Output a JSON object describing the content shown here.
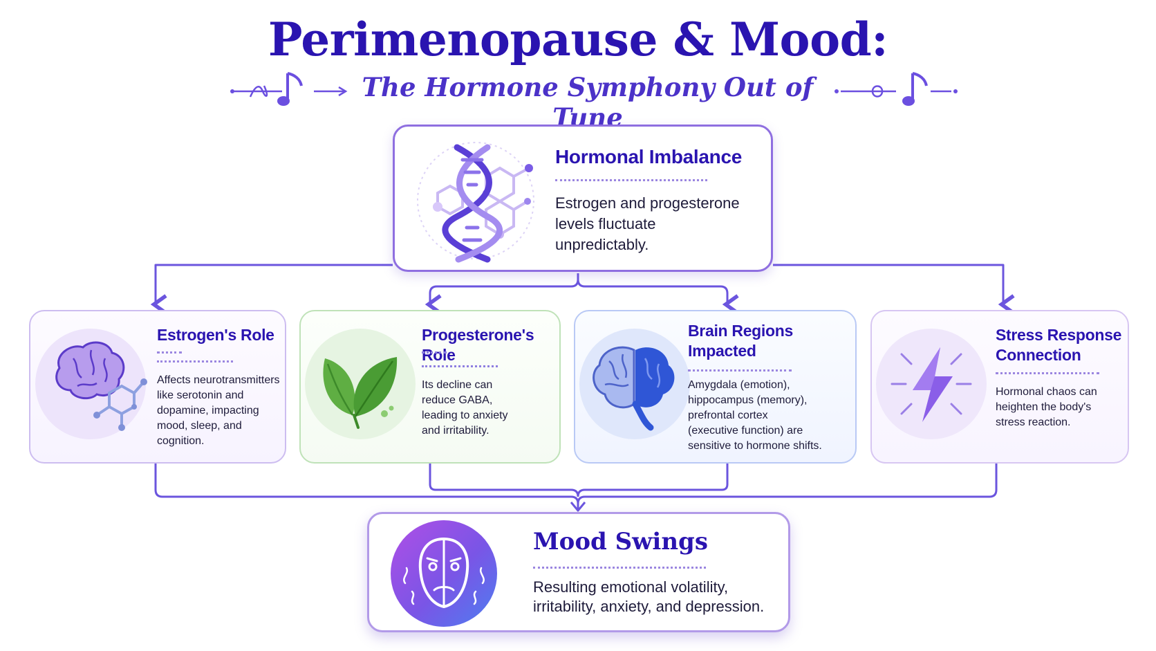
{
  "header": {
    "title": "Perimenopause & Mood:",
    "subtitle": "The Hormone Symphony Out of Tune"
  },
  "colors": {
    "title": "#2a14b0",
    "accent": "#6b4fe0",
    "connector": "#6b55de",
    "estrogen_border": "#cdbdf0",
    "progesterone_border": "#bfe2b8",
    "brain_border": "#b9c9f5",
    "stress_border": "#d7c6f2"
  },
  "nodes": {
    "hormonal": {
      "heading": "Hormonal Imbalance",
      "line1": "Estrogen and progesterone",
      "line2": "levels fluctuate",
      "line3": "unpredictably.",
      "icon": "dna-icon"
    },
    "estrogen": {
      "heading": "Estrogen's Role",
      "line1": "Affects neurotransmitters",
      "line2": "like serotonin and",
      "line3": "dopamine, impacting",
      "line4": "mood, sleep, and",
      "line5": "cognition.",
      "icon": "brain-molecule-icon"
    },
    "progesterone": {
      "heading": "Progesterone's Role",
      "line1": "Its decline can",
      "line2": "reduce GABA,",
      "line3": "leading to anxiety",
      "line4": "and irritability.",
      "icon": "leaf-icon"
    },
    "brain": {
      "heading_line1": "Brain Regions",
      "heading_line2": "Impacted",
      "line1": "Amygdala (emotion),",
      "line2": "hippocampus (memory),",
      "line3": "prefrontal cortex",
      "line4": "(executive function) are",
      "line5": "sensitive to hormone shifts.",
      "icon": "brain-icon"
    },
    "stress": {
      "heading_line1": "Stress Response",
      "heading_line2": "Connection",
      "line1": "Hormonal chaos can",
      "line2": "heighten the body's",
      "line3": "stress reaction.",
      "icon": "lightning-icon"
    },
    "mood": {
      "heading": "Mood Swings",
      "line1": "Resulting emotional volatility,",
      "line2": "irritability, anxiety, and depression.",
      "icon": "split-face-icon"
    }
  },
  "edges": [
    {
      "from": "hormonal",
      "to": "estrogen"
    },
    {
      "from": "hormonal",
      "to": "progesterone"
    },
    {
      "from": "hormonal",
      "to": "brain"
    },
    {
      "from": "hormonal",
      "to": "stress"
    },
    {
      "from": "estrogen",
      "to": "mood"
    },
    {
      "from": "progesterone",
      "to": "mood"
    },
    {
      "from": "brain",
      "to": "mood"
    },
    {
      "from": "stress",
      "to": "mood"
    }
  ]
}
